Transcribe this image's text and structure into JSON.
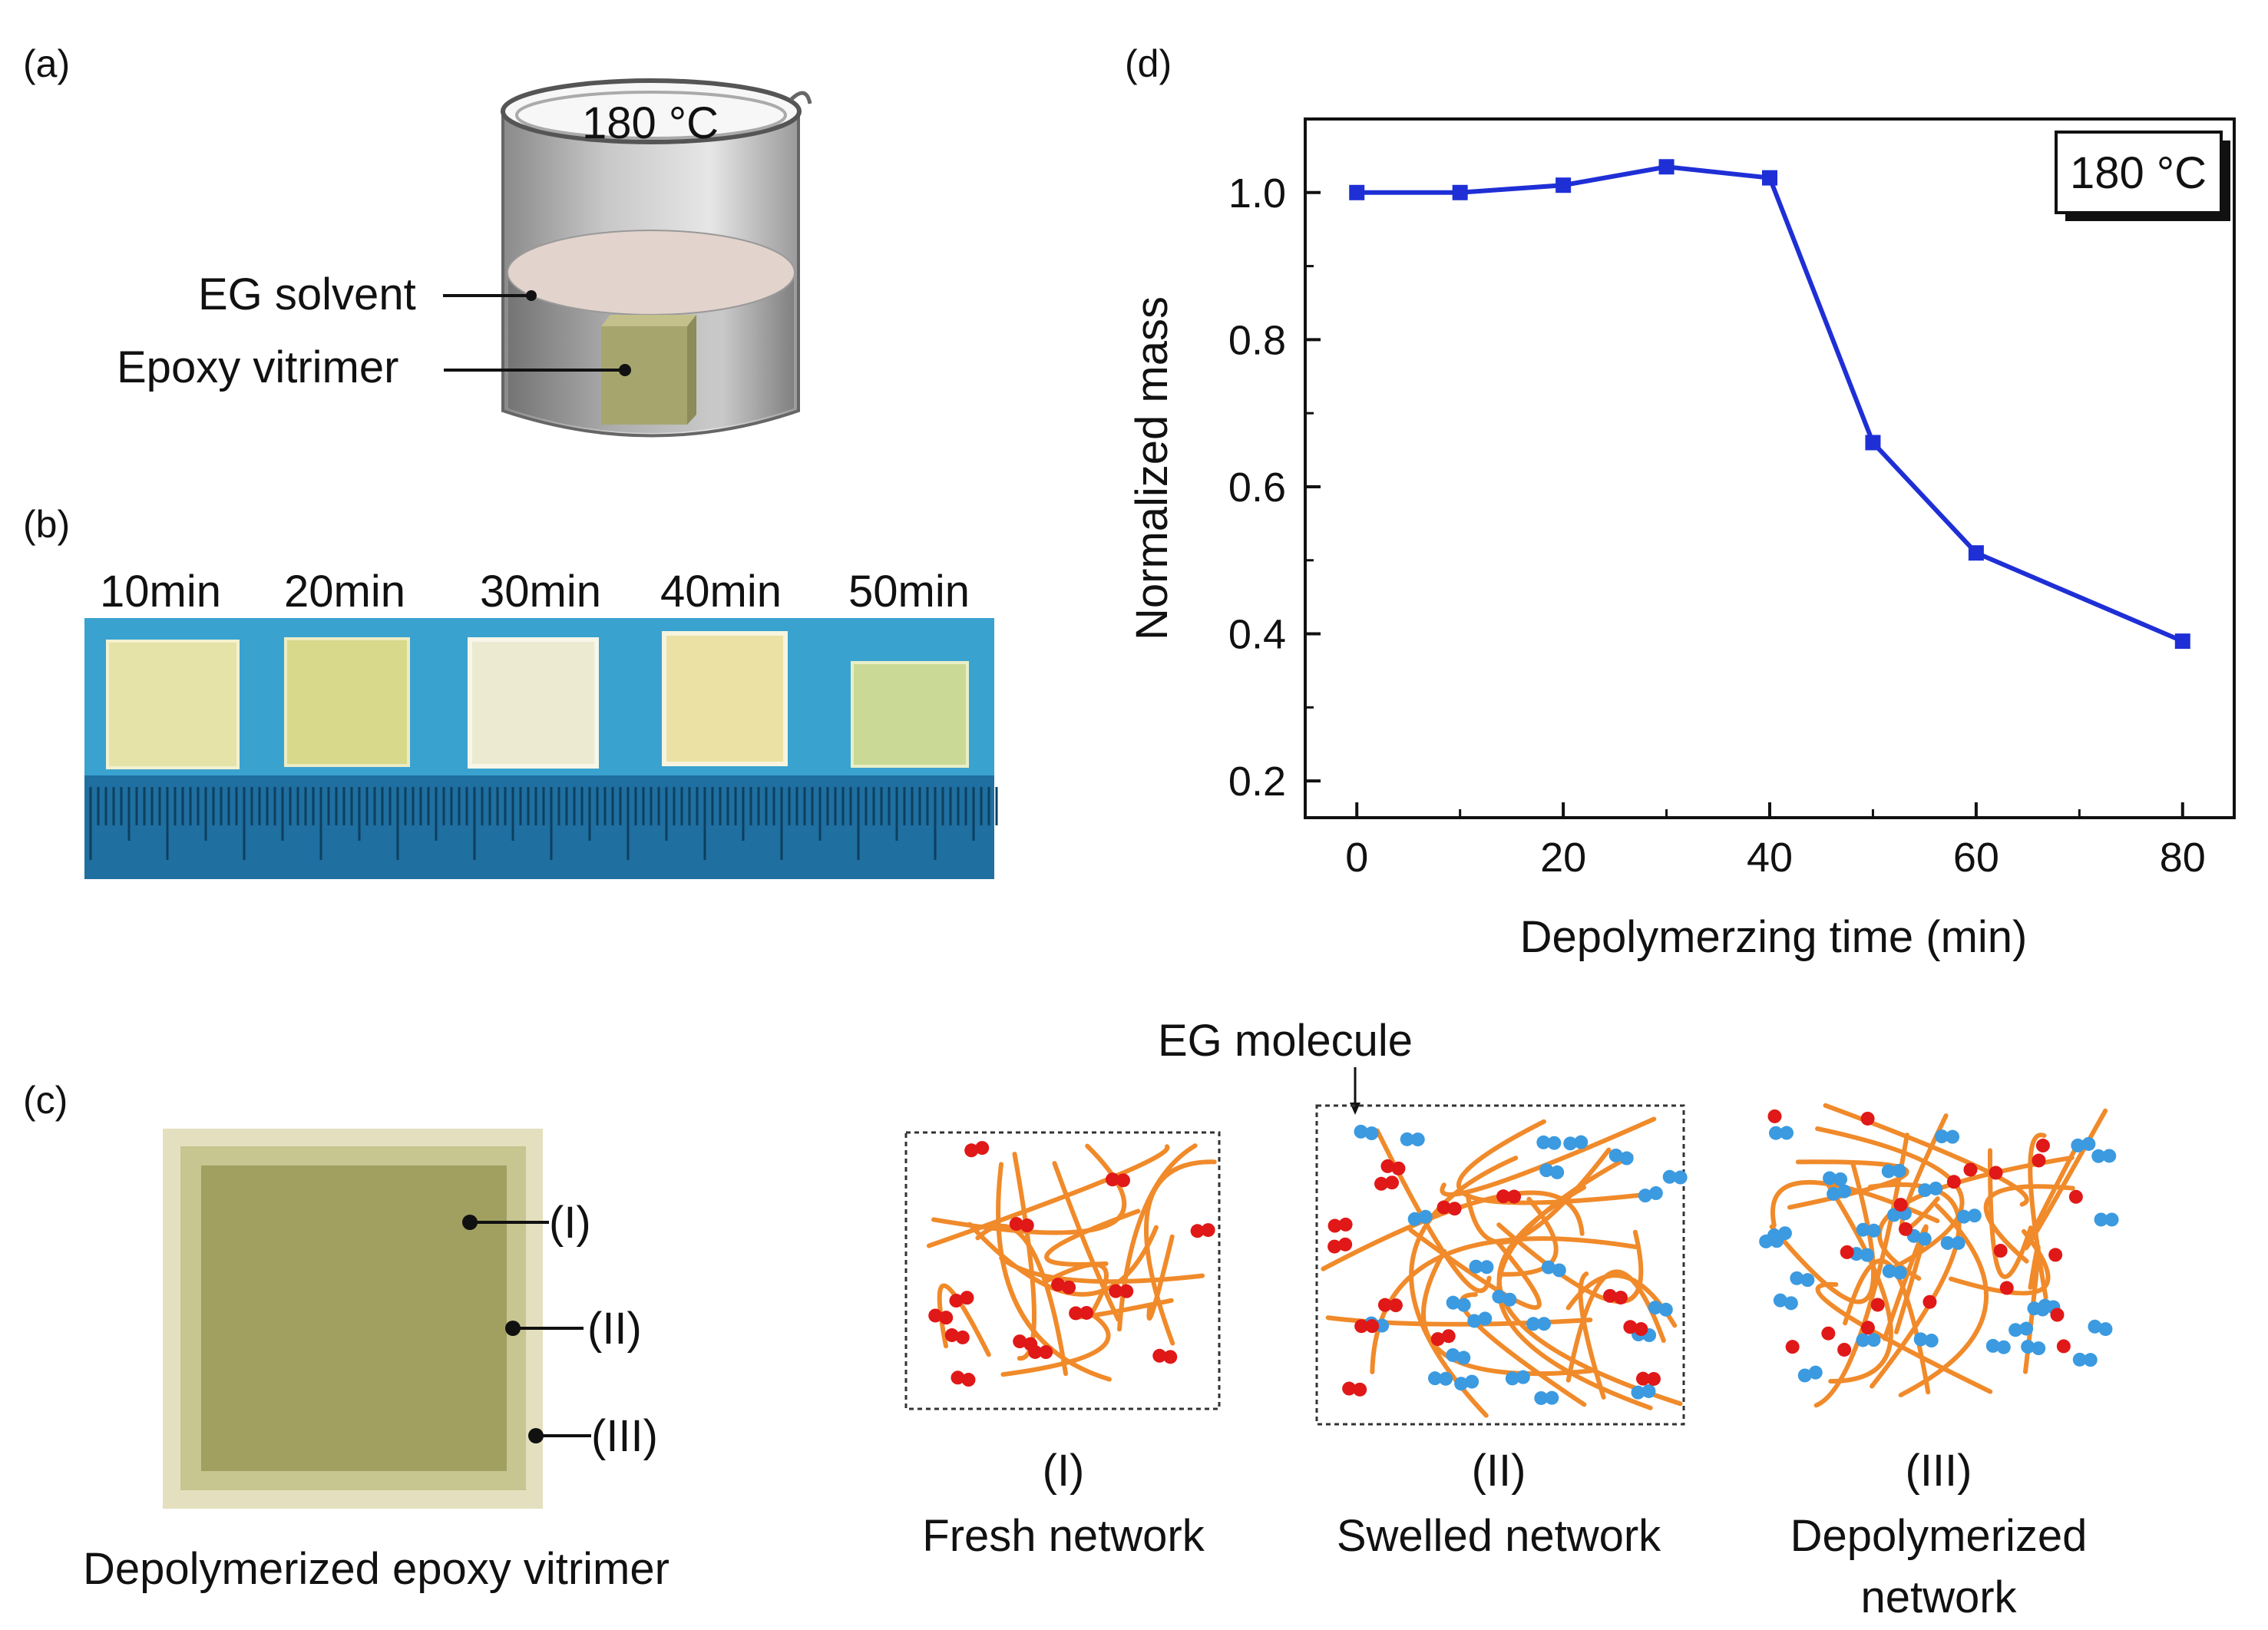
{
  "panels": {
    "a": {
      "label": "(a)",
      "temperature": "180 °C",
      "solvent_label": "EG solvent",
      "sample_label": "Epoxy vitrimer"
    },
    "b": {
      "label": "(b)",
      "times": [
        "10min",
        "20min",
        "30min",
        "40min",
        "50min"
      ]
    },
    "c": {
      "label": "(c)",
      "caption": "Depolymerized epoxy vitrimer",
      "regions": [
        "(I)",
        "(II)",
        "(III)"
      ],
      "eg_molecule_label": "EG molecule",
      "networks": [
        {
          "id": "(I)",
          "name": "Fresh network"
        },
        {
          "id": "(II)",
          "name": "Swelled network"
        },
        {
          "id": "(III)",
          "name_line1": "Depolymerized",
          "name_line2": "network"
        }
      ]
    },
    "d": {
      "label": "(d)"
    }
  },
  "colors": {
    "series": "#1f2fd6",
    "chain": "#f08a2a",
    "crosslink": "#e01818",
    "eg": "#3b9ae0",
    "vitrimer": "#9a9a58",
    "photo_bg": "#3aa2cf"
  },
  "chart_data": {
    "type": "line",
    "xlabel": "Depolymerzing time (min)",
    "ylabel": "Normalized mass",
    "legend": "180 °C",
    "xlim": [
      -5,
      85
    ],
    "ylim": [
      0.15,
      1.1
    ],
    "xticks": [
      0,
      20,
      40,
      60,
      80
    ],
    "yticks": [
      0.2,
      0.4,
      0.6,
      0.8,
      1.0
    ],
    "ytick_labels": [
      "0.2",
      "0.4",
      "0.6",
      "0.8",
      "1.0"
    ],
    "series": [
      {
        "x": [
          0,
          10,
          20,
          30,
          40,
          50,
          60,
          80
        ],
        "values": [
          1.0,
          1.0,
          1.01,
          1.035,
          1.02,
          0.66,
          0.51,
          0.39
        ]
      }
    ]
  }
}
